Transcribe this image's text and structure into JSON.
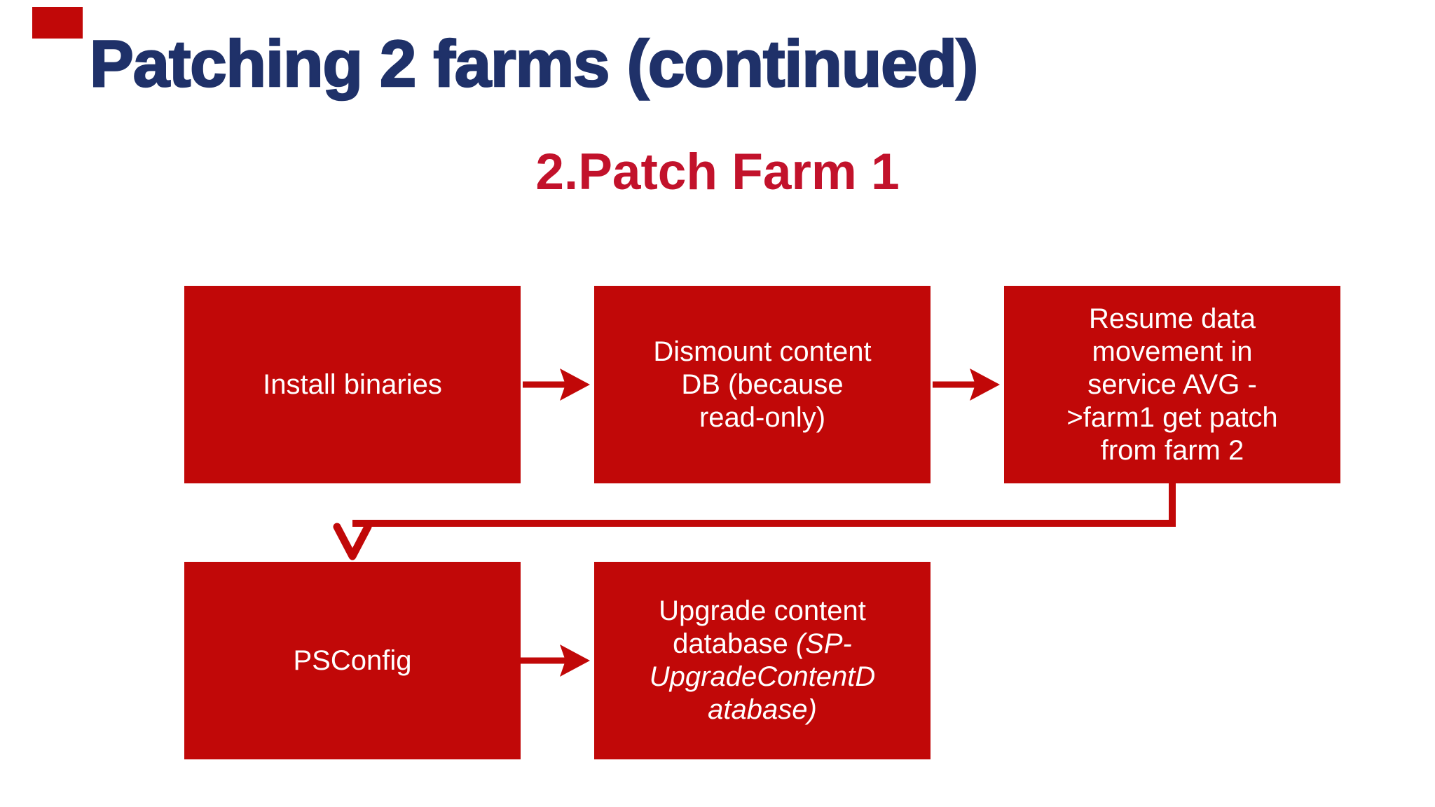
{
  "colors": {
    "background": "#ffffff",
    "navy": "#1f3169",
    "red": "#c10808",
    "subtitleRed": "#c2122b",
    "nodeText": "#ffffff"
  },
  "slide": {
    "title": "Patching 2 farms (continued)",
    "subtitle": "2.Patch Farm 1"
  },
  "flowchart": {
    "nodes": [
      {
        "id": "install-binaries",
        "label": "Install binaries",
        "lines": [
          "Install binaries"
        ]
      },
      {
        "id": "dismount-content-db",
        "label": "Dismount content DB (because read-only)",
        "lines": [
          "Dismount content",
          "DB (because",
          "read-only)"
        ]
      },
      {
        "id": "resume-data-movement",
        "label": "Resume data movement in service AVG ->farm1 get patch from farm 2",
        "lines": [
          "Resume data",
          "movement in",
          "service AVG -",
          ">farm1 get patch",
          "from farm 2"
        ]
      },
      {
        "id": "psconfig",
        "label": "PSConfig",
        "lines": [
          "PSConfig"
        ]
      },
      {
        "id": "upgrade-content-database",
        "label": "Upgrade content database (SP-UpgradeContentDatabase)",
        "line1": "Upgrade content",
        "line2_plain": "database ",
        "line2_italic": "(SP-",
        "line3_italic": "UpgradeContentD",
        "line4_italic": "atabase)"
      }
    ],
    "connections": [
      {
        "from": "install-binaries",
        "to": "dismount-content-db",
        "type": "arrow-right"
      },
      {
        "from": "dismount-content-db",
        "to": "resume-data-movement",
        "type": "arrow-right"
      },
      {
        "from": "resume-data-movement",
        "to": "psconfig",
        "type": "elbow-down-arrow"
      },
      {
        "from": "psconfig",
        "to": "upgrade-content-database",
        "type": "arrow-right"
      }
    ]
  }
}
